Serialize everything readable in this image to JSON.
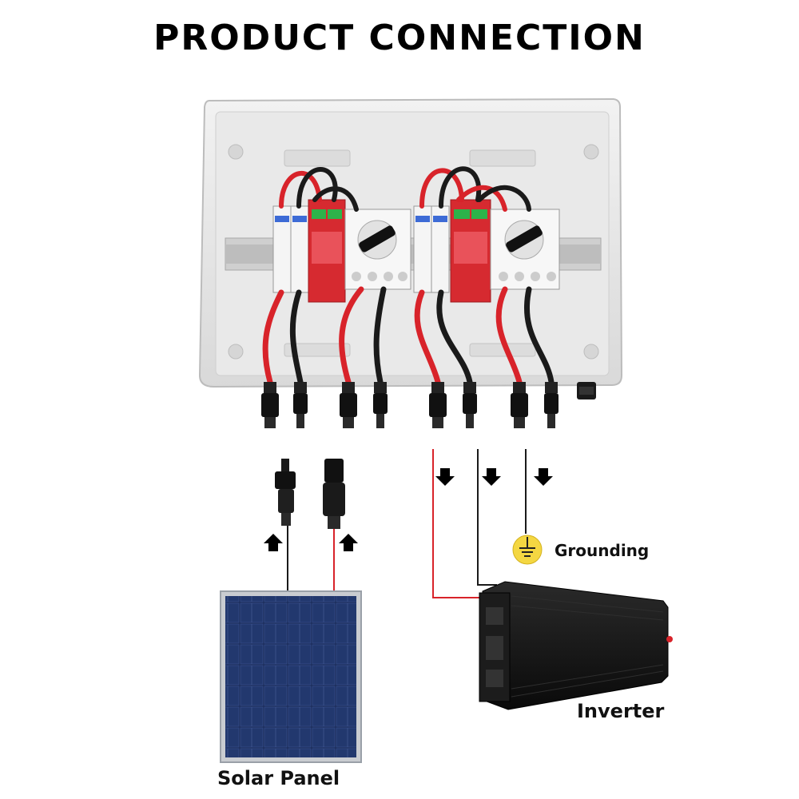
{
  "title": "PRODUCT  CONNECTION",
  "labels": {
    "solar_panel": "Solar Panel",
    "inverter": "Inverter",
    "grounding": "Grounding"
  },
  "colors": {
    "red_wire": "#d8232a",
    "black_wire": "#1a1a1a",
    "enclosure": "#e6e6e6",
    "spd_red": "#d62a30",
    "ground_yellow": "#f4d742",
    "panel_blue": "#1c2e5c"
  },
  "icons": [
    "arrow-up-icon",
    "arrow-down-icon",
    "ground-symbol-icon",
    "mc4-connector-icon"
  ]
}
